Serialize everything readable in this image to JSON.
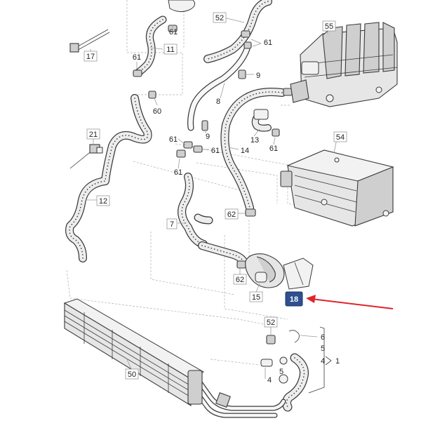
{
  "callouts": {
    "c52_top": "52",
    "c61_top": "61",
    "c61_b": "61",
    "c11": "11",
    "c17": "17",
    "c61_left": "61",
    "c60": "60",
    "c9_top": "9",
    "c8": "8",
    "c55": "55",
    "c21": "21",
    "c61_mid": "61",
    "c9_mid": "9",
    "c61_mid2": "61",
    "c14": "14",
    "c13": "13",
    "c61_right": "61",
    "c54": "54",
    "c61_low": "61",
    "c12": "12",
    "c62_top": "62",
    "c7": "7",
    "c62_low": "62",
    "c15": "15",
    "c18": "18",
    "c52_low": "52",
    "c6": "6",
    "c5_a": "5",
    "c5_b": "5",
    "c4_r": "4",
    "c1": "1",
    "c4_l": "4",
    "c50": "50"
  },
  "colors": {
    "highlight_box": "#2f4f8f",
    "arrow": "#e0242b"
  }
}
